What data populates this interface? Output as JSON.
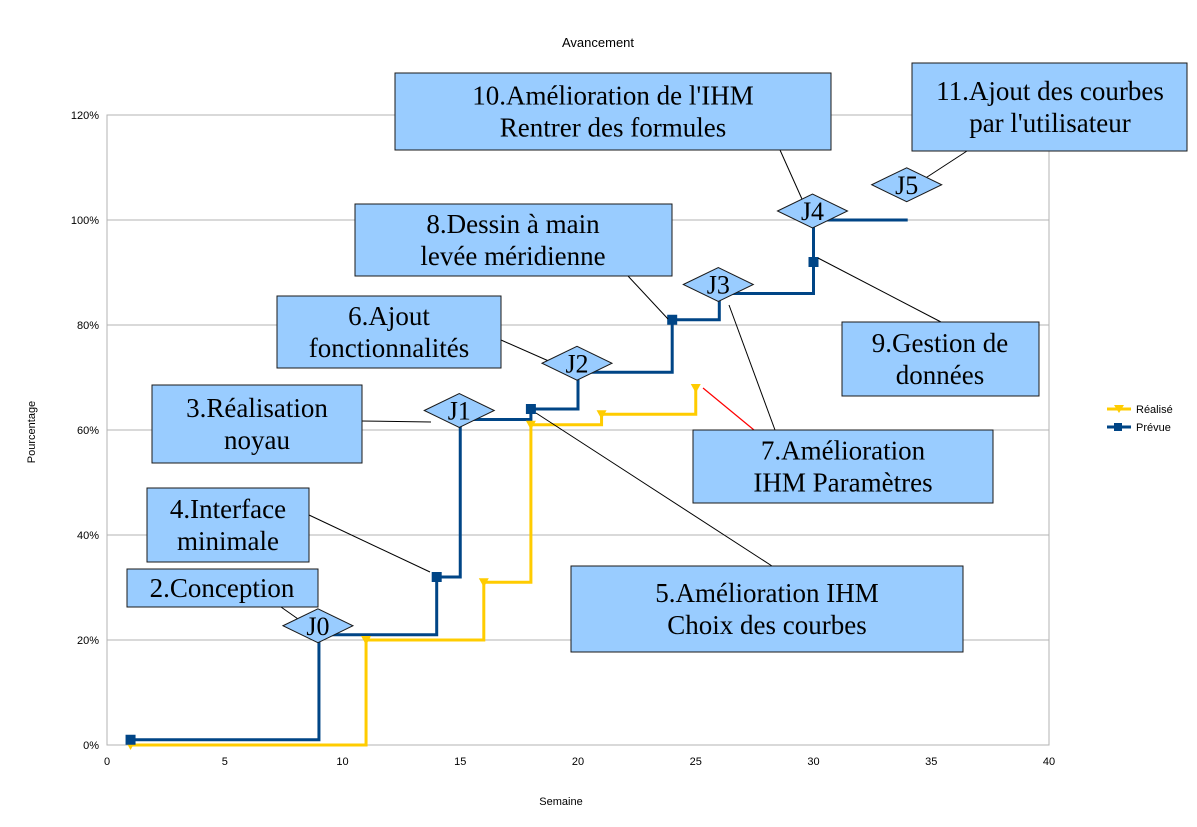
{
  "chart_data": {
    "type": "line",
    "title": "Avancement",
    "xlabel": "Semaine",
    "ylabel": "Pourcentage",
    "xlim": [
      0,
      40
    ],
    "ylim": [
      0,
      120
    ],
    "x_ticks": [
      0,
      5,
      10,
      15,
      20,
      25,
      30,
      35,
      40
    ],
    "y_ticks": [
      "0%",
      "20%",
      "40%",
      "60%",
      "80%",
      "100%",
      "120%"
    ],
    "grid": "horizontal",
    "legend_position": "right",
    "series": [
      {
        "name": "Réalisé",
        "color": "#FFCC00",
        "marker": "triangle-down",
        "step": true,
        "points": [
          [
            1,
            0
          ],
          [
            11,
            20
          ],
          [
            16,
            31
          ],
          [
            18,
            61
          ],
          [
            21,
            63
          ],
          [
            25,
            68
          ]
        ]
      },
      {
        "name": "Prévue",
        "color": "#004586",
        "marker": "square",
        "step": true,
        "points": [
          [
            1,
            1
          ],
          [
            9,
            1
          ],
          [
            9,
            21
          ],
          [
            14,
            21
          ],
          [
            14,
            32
          ],
          [
            15,
            32
          ],
          [
            15,
            62
          ],
          [
            18,
            62
          ],
          [
            18,
            64
          ],
          [
            20,
            64
          ],
          [
            20,
            71
          ],
          [
            24,
            71
          ],
          [
            24,
            81
          ],
          [
            26,
            81
          ],
          [
            26,
            86
          ],
          [
            30,
            86
          ],
          [
            30,
            92
          ],
          [
            30,
            100
          ],
          [
            34,
            100
          ]
        ],
        "marker_points": [
          [
            1,
            1
          ],
          [
            14,
            32
          ],
          [
            18,
            64
          ],
          [
            24,
            81
          ],
          [
            30,
            92
          ]
        ]
      }
    ],
    "milestones": [
      {
        "label": "J0",
        "x": 9,
        "y": 21
      },
      {
        "label": "J1",
        "x": 15,
        "y": 62
      },
      {
        "label": "J2",
        "x": 20,
        "y": 71
      },
      {
        "label": "J3",
        "x": 26,
        "y": 86
      },
      {
        "label": "J4",
        "x": 30,
        "y": 100
      },
      {
        "label": "J5",
        "x": 34,
        "y": 105
      }
    ],
    "annotations": [
      {
        "lines": [
          "2.Conception"
        ]
      },
      {
        "lines": [
          "3.Réalisation",
          "noyau"
        ]
      },
      {
        "lines": [
          "4.Interface",
          "minimale"
        ]
      },
      {
        "lines": [
          "5.Amélioration IHM",
          "Choix des courbes"
        ]
      },
      {
        "lines": [
          "6.Ajout",
          "fonctionnalités"
        ]
      },
      {
        "lines": [
          "7.Amélioration",
          "IHM Paramètres"
        ]
      },
      {
        "lines": [
          "8.Dessin à main",
          "levée méridienne"
        ]
      },
      {
        "lines": [
          "9.Gestion de",
          "données"
        ]
      },
      {
        "lines": [
          "10.Amélioration de l'IHM",
          "Rentrer des formules"
        ]
      },
      {
        "lines": [
          "11.Ajout des courbes",
          "par l'utilisateur"
        ]
      }
    ],
    "colors": {
      "annotation_fill": "#99CCFF",
      "annotation_border": "#1a1a1a",
      "grid": "#B3B3B3",
      "pointer_red": "#FF0000"
    }
  }
}
